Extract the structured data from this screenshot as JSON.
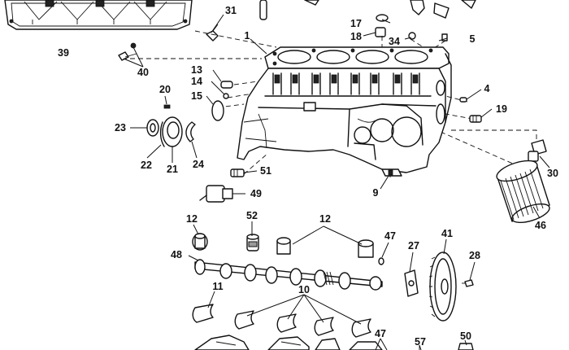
{
  "callouts": {
    "c1": "1",
    "c4": "4",
    "c5": "5",
    "c9": "9",
    "c10": "10",
    "c11": "11",
    "c12a": "12",
    "c12b": "12",
    "c13": "13",
    "c14": "14",
    "c15": "15",
    "c17": "17",
    "c18": "18",
    "c19": "19",
    "c20": "20",
    "c21": "21",
    "c22": "22",
    "c23": "23",
    "c24": "24",
    "c27": "27",
    "c28": "28",
    "c30": "30",
    "c31": "31",
    "c34": "34",
    "c39": "39",
    "c40": "40",
    "c41": "41",
    "c46": "46",
    "c47a": "47",
    "c47b": "47",
    "c48": "48",
    "c49": "49",
    "c50": "50",
    "c51": "51",
    "c52": "52",
    "c57": "57"
  }
}
